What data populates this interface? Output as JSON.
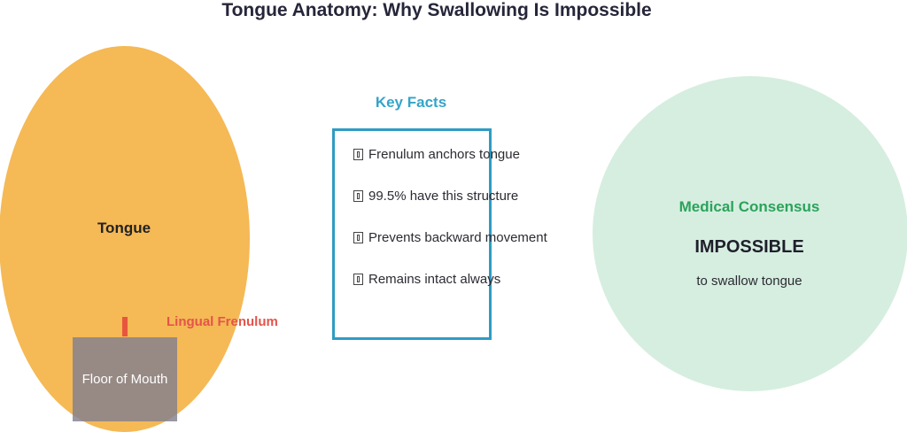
{
  "title": "Tongue Anatomy: Why Swallowing Is Impossible",
  "tongue": {
    "label": "Tongue",
    "color": "#f5b955"
  },
  "frenulum": {
    "label": "Lingual Frenulum",
    "color": "#e4544a"
  },
  "floor_of_mouth": {
    "label": "Floor of Mouth"
  },
  "key_facts": {
    "title": "Key Facts",
    "accent_color": "#2f9cc3",
    "items": [
      "Frenulum anchors tongue",
      "99.5% have this structure",
      "Prevents backward movement",
      "Remains intact always"
    ]
  },
  "consensus": {
    "title": "Medical Consensus",
    "verdict": "IMPOSSIBLE",
    "subtitle": "to swallow tongue",
    "color": "#2ba35b",
    "circle_color": "#d6eee0"
  }
}
